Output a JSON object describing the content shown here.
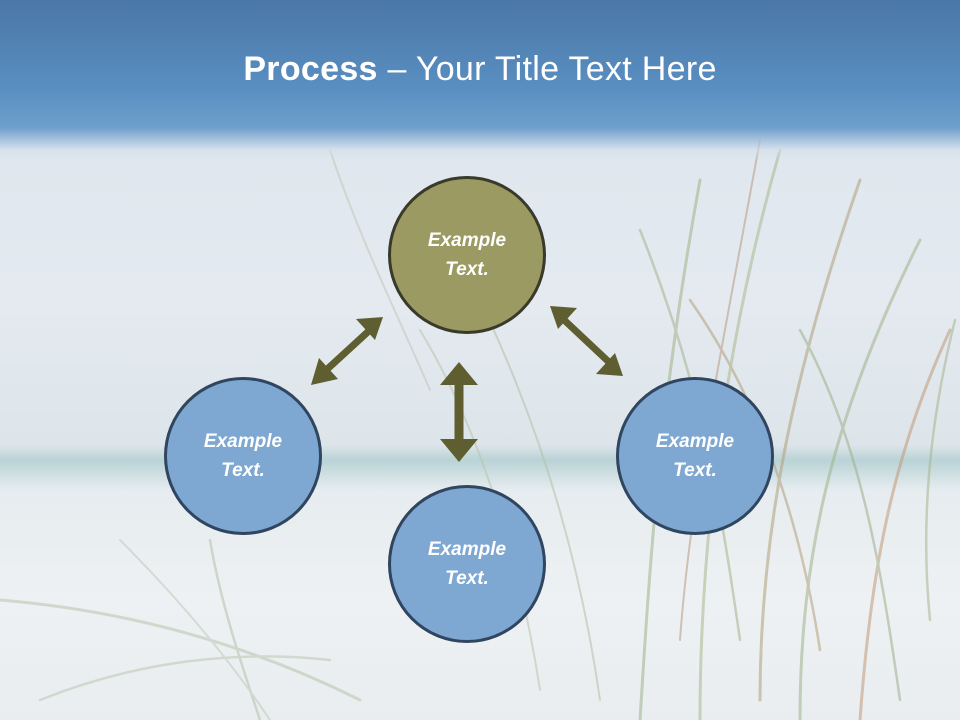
{
  "slide": {
    "title_bold": "Process",
    "title_rest": " – Your Title Text Here"
  },
  "nodes": {
    "top": {
      "line1": "Example",
      "line2": "Text."
    },
    "left": {
      "line1": "Example",
      "line2": "Text."
    },
    "right": {
      "line1": "Example",
      "line2": "Text."
    },
    "bottom": {
      "line1": "Example",
      "line2": "Text."
    }
  },
  "colors": {
    "header": "#5a8fc2",
    "node_blue": "#7ea8d1",
    "node_olive": "#9b9a62",
    "arrow": "#5f5e30",
    "node_border": "#2f4560"
  },
  "icons": [
    "double-arrow-icon"
  ]
}
